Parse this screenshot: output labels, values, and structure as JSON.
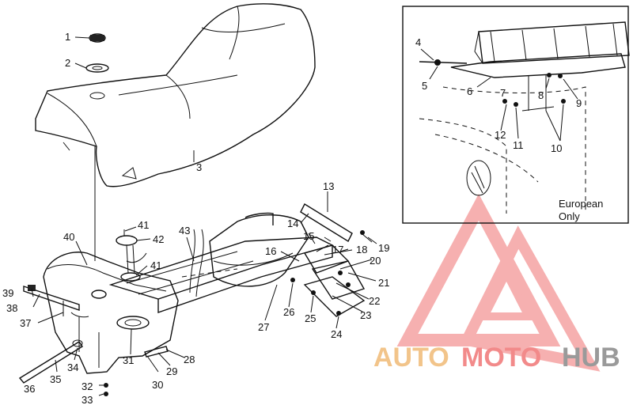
{
  "inset": {
    "note_line1": "European",
    "note_line2": "Only"
  },
  "watermark": {
    "part1": "AUTO",
    "part2": "MOTO",
    "part3": "HUB",
    "colors": {
      "part1": "#f2c48a",
      "part2": "#f28a8a",
      "part3": "#9a9a9a",
      "logo": "#f07070"
    }
  },
  "callouts": [
    "1",
    "2",
    "3",
    "4",
    "5",
    "6",
    "7",
    "8",
    "9",
    "10",
    "11",
    "12",
    "13",
    "14",
    "15",
    "16",
    "17",
    "18",
    "19",
    "20",
    "21",
    "22",
    "23",
    "24",
    "25",
    "26",
    "27",
    "28",
    "29",
    "30",
    "31",
    "32",
    "33",
    "34",
    "35",
    "36",
    "37",
    "38",
    "39",
    "40",
    "41",
    "41",
    "42",
    "43"
  ]
}
